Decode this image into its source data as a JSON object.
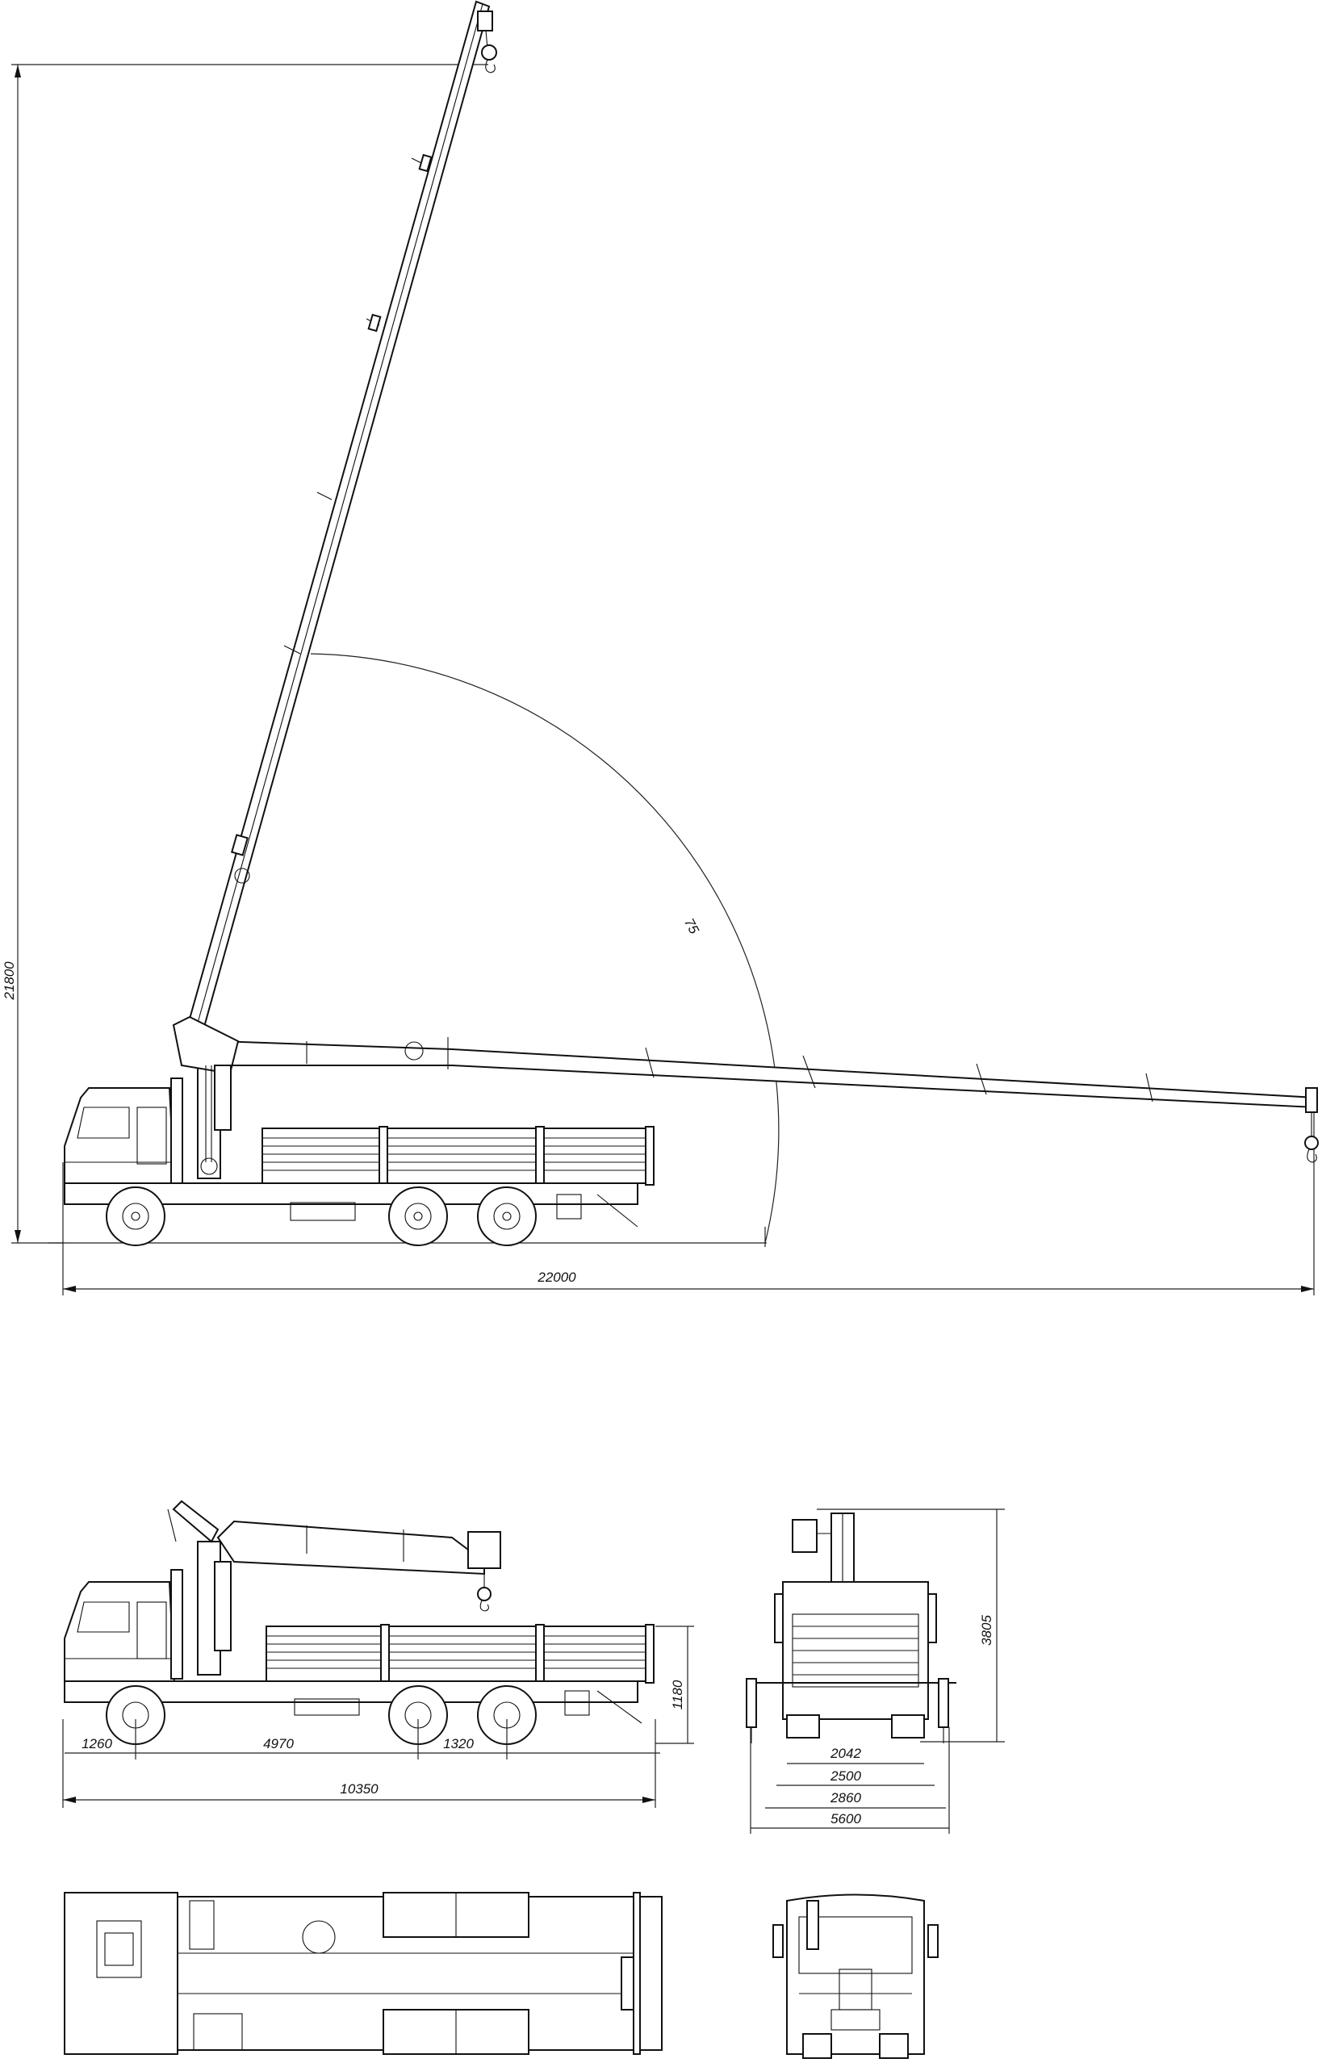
{
  "dimensions": {
    "max_height": "21800",
    "max_reach": "22000",
    "boom_angle": "75",
    "side": {
      "front_overhang": "1260",
      "wheelbase": "4970",
      "tandem": "1320",
      "overall_length": "10350",
      "frame_height": "1180"
    },
    "front": {
      "overall_height": "3805",
      "track": "2042",
      "body_width": "2500",
      "mirror_width": "2860",
      "outrigger_span": "5600"
    }
  }
}
